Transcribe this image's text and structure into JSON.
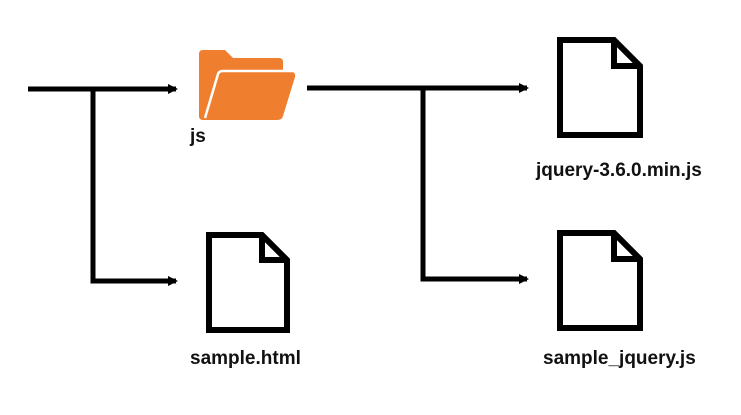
{
  "nodes": {
    "folder": {
      "label": "js",
      "icon": "folder-icon",
      "color": "#ef7f2f"
    },
    "html_file": {
      "label": "sample.html",
      "icon": "file-icon"
    },
    "jquery_file": {
      "label": "jquery-3.6.0.min.js",
      "icon": "file-icon"
    },
    "script_file": {
      "label": "sample_jquery.js",
      "icon": "file-icon"
    }
  },
  "colors": {
    "line": "#000000",
    "icon_stroke": "#000000",
    "background": "#ffffff"
  }
}
